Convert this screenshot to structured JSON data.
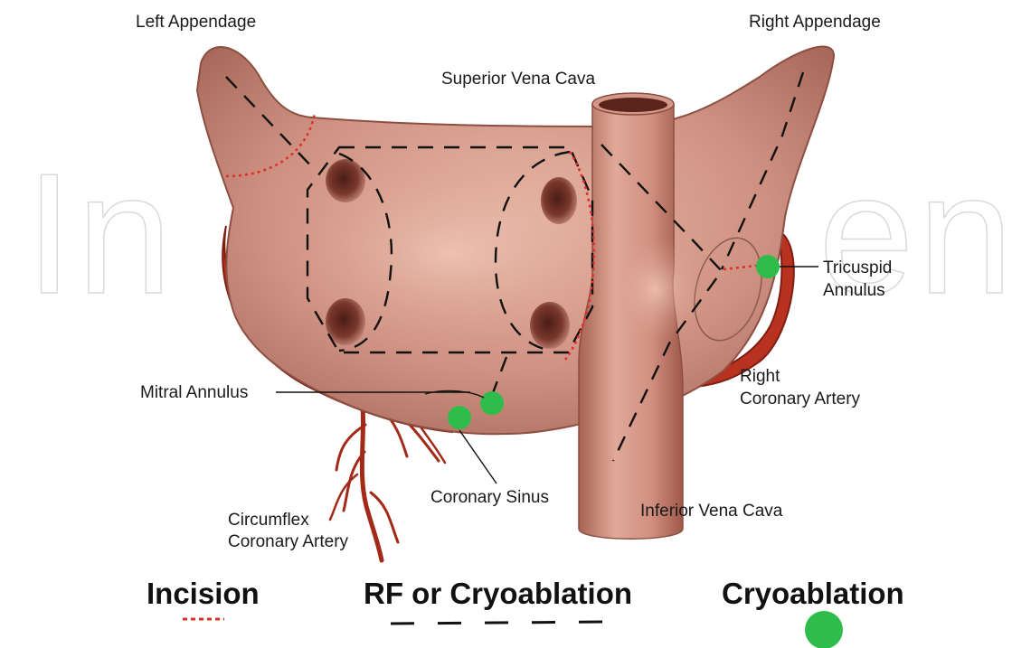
{
  "labels": {
    "left_appendage": "Left Appendage",
    "right_appendage": "Right Appendage",
    "superior_vena_cava": "Superior Vena Cava",
    "tricuspid_annulus": [
      "Tricuspid",
      "Annulus"
    ],
    "right_coronary_artery": [
      "Right",
      "Coronary Artery"
    ],
    "mitral_annulus": "Mitral Annulus",
    "coronary_sinus": "Coronary Sinus",
    "inferior_vena_cava": "Inferior Vena Cava",
    "circumflex_coronary_artery": [
      "Circumflex",
      "Coronary Artery"
    ]
  },
  "legend": {
    "incision": "Incision",
    "rf_or_cryoablation": "RF or Cryoablation",
    "cryoablation": "Cryoablation"
  },
  "watermark": {
    "left": "In",
    "right": "en"
  },
  "colors": {
    "tissue": "#c98a7a",
    "tissue_dark": "#9e5a4c",
    "artery": "#b8321f",
    "incision": "#e0302a",
    "ablation_line": "#111111",
    "cryo_dot": "#2ebd4a"
  }
}
